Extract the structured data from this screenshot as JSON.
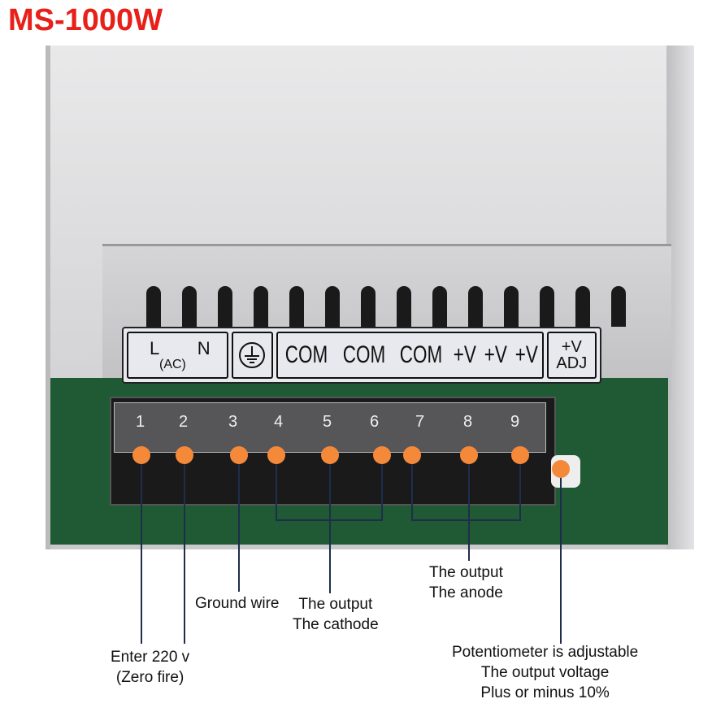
{
  "title": "MS-1000W",
  "label": {
    "ln_l": "L",
    "ln_n": "N",
    "ac": "(AC)",
    "ground": "ground-symbol",
    "com": [
      "COM",
      "COM",
      "COM"
    ],
    "v": [
      "+V",
      "+V",
      "+V"
    ],
    "adj_top": "+V",
    "adj_bottom": "ADJ"
  },
  "terminals": [
    "1",
    "2",
    "3",
    "4",
    "5",
    "6",
    "7",
    "8",
    "9"
  ],
  "annotations": {
    "input": [
      "Enter 220 v",
      "(Zero fire)"
    ],
    "ground": "Ground wire",
    "cathode": [
      "The output",
      "The cathode"
    ],
    "anode": [
      "The output",
      "The anode"
    ],
    "pot": [
      "Potentiometer is adjustable",
      "The output voltage",
      "Plus or minus 10%"
    ]
  },
  "colors": {
    "title": "#e8201a",
    "marker": "#f5893a",
    "leader": "#1f2d4d"
  }
}
